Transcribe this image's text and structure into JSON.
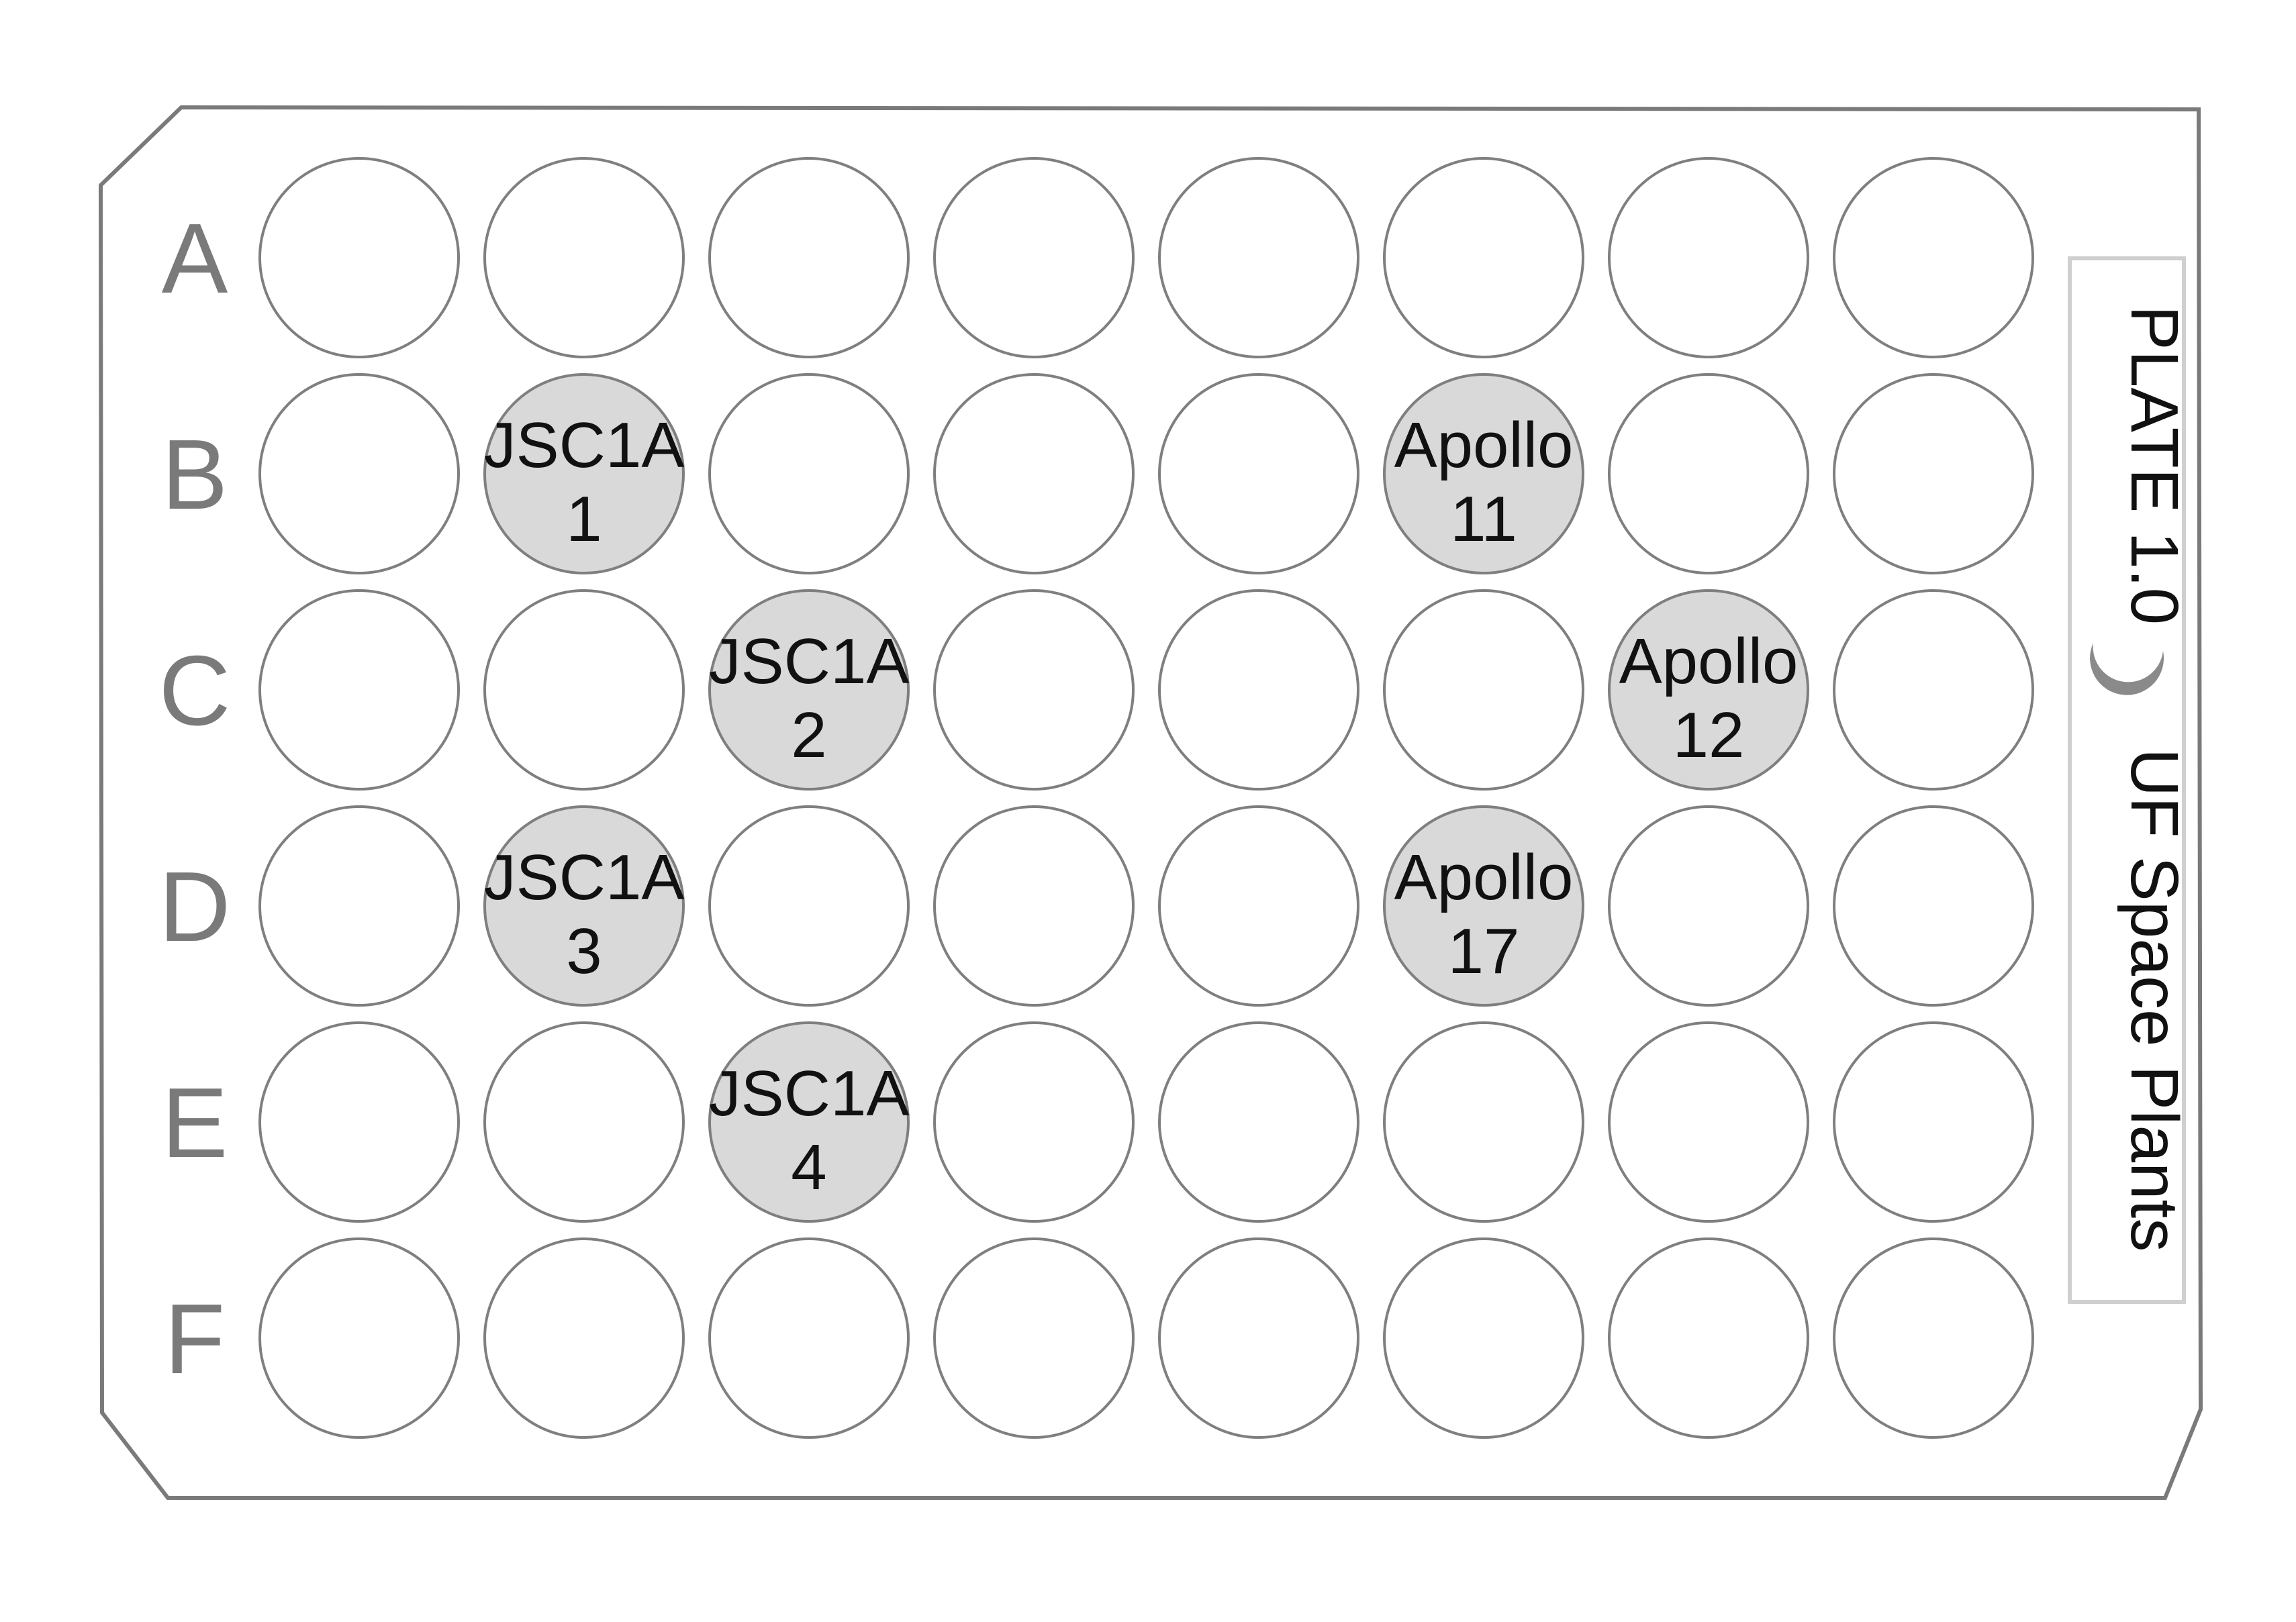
{
  "plate": {
    "rows": [
      "A",
      "B",
      "C",
      "D",
      "E",
      "F"
    ],
    "column_count": 8,
    "empty_well_color": "#ffffff",
    "filled_well_color": "#d9d9d9",
    "wells": [
      {
        "row": "B",
        "col": 2,
        "lines": [
          "JSC1A",
          "1"
        ]
      },
      {
        "row": "B",
        "col": 6,
        "lines": [
          "Apollo",
          "11"
        ]
      },
      {
        "row": "C",
        "col": 3,
        "lines": [
          "JSC1A",
          "2"
        ]
      },
      {
        "row": "C",
        "col": 7,
        "lines": [
          "Apollo",
          "12"
        ]
      },
      {
        "row": "D",
        "col": 2,
        "lines": [
          "JSC1A",
          "3"
        ]
      },
      {
        "row": "D",
        "col": 6,
        "lines": [
          "Apollo",
          "17"
        ]
      },
      {
        "row": "E",
        "col": 3,
        "lines": [
          "JSC1A",
          "4"
        ]
      }
    ]
  },
  "side_label": {
    "title": "PLATE 1.0",
    "icon": "crescent-moon-icon",
    "subtitle": "UF Space Plants"
  }
}
